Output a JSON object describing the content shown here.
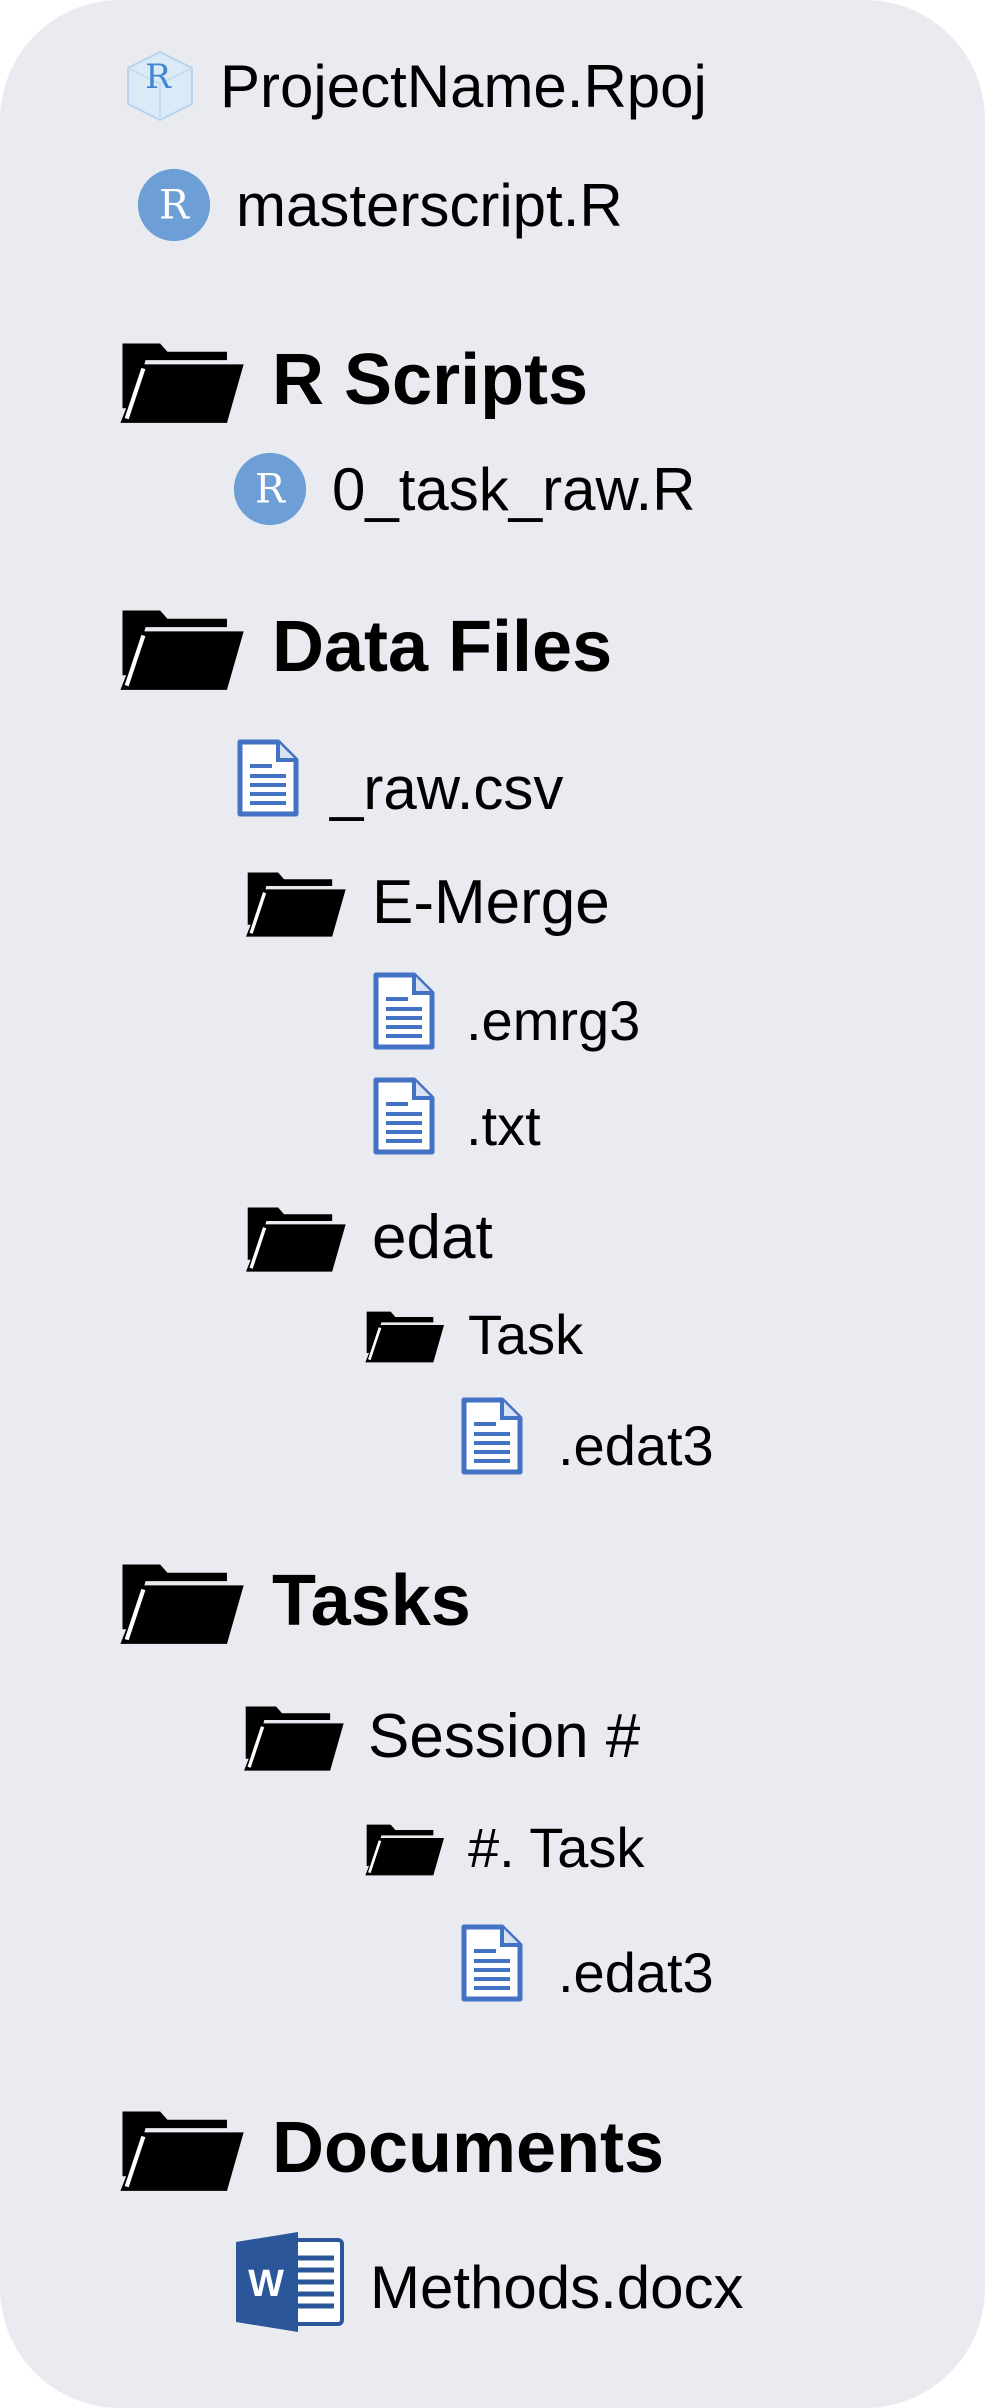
{
  "tree": {
    "project_file": {
      "label": "ProjectName.Rpoj",
      "icon": "r-project-icon",
      "letter": "R"
    },
    "master_script": {
      "label": "masterscript.R",
      "icon": "r-script-icon",
      "letter": "R"
    },
    "r_scripts": {
      "label": "R Scripts",
      "icon": "folder-icon",
      "items": [
        {
          "label": "0_task_raw.R",
          "icon": "r-script-icon",
          "letter": "R"
        }
      ]
    },
    "data_files": {
      "label": "Data Files",
      "icon": "folder-icon",
      "raw_csv": {
        "label": "_raw.csv",
        "icon": "document-icon"
      },
      "e_merge": {
        "label": "E-Merge",
        "icon": "folder-icon",
        "files": [
          {
            "label": ".emrg3",
            "icon": "document-icon"
          },
          {
            "label": ".txt",
            "icon": "document-icon"
          }
        ]
      },
      "edat": {
        "label": "edat",
        "icon": "folder-icon",
        "task": {
          "label": "Task",
          "icon": "folder-icon",
          "files": [
            {
              "label": ".edat3",
              "icon": "document-icon"
            }
          ]
        }
      }
    },
    "tasks": {
      "label": "Tasks",
      "icon": "folder-icon",
      "session": {
        "label": "Session #",
        "icon": "folder-icon",
        "task": {
          "label": "#. Task",
          "icon": "folder-icon",
          "files": [
            {
              "label": ".edat3",
              "icon": "document-icon"
            }
          ]
        }
      }
    },
    "documents": {
      "label": "Documents",
      "icon": "folder-icon",
      "items": [
        {
          "label": "Methods.docx",
          "icon": "word-document-icon",
          "letter": "W"
        }
      ]
    }
  },
  "colors": {
    "background": "#e9ebf1",
    "folder": "#000000",
    "document_blue": "#4472c4",
    "r_logo_blue": "#6d9ed6",
    "word_blue": "#2b579a",
    "text": "#000000"
  }
}
